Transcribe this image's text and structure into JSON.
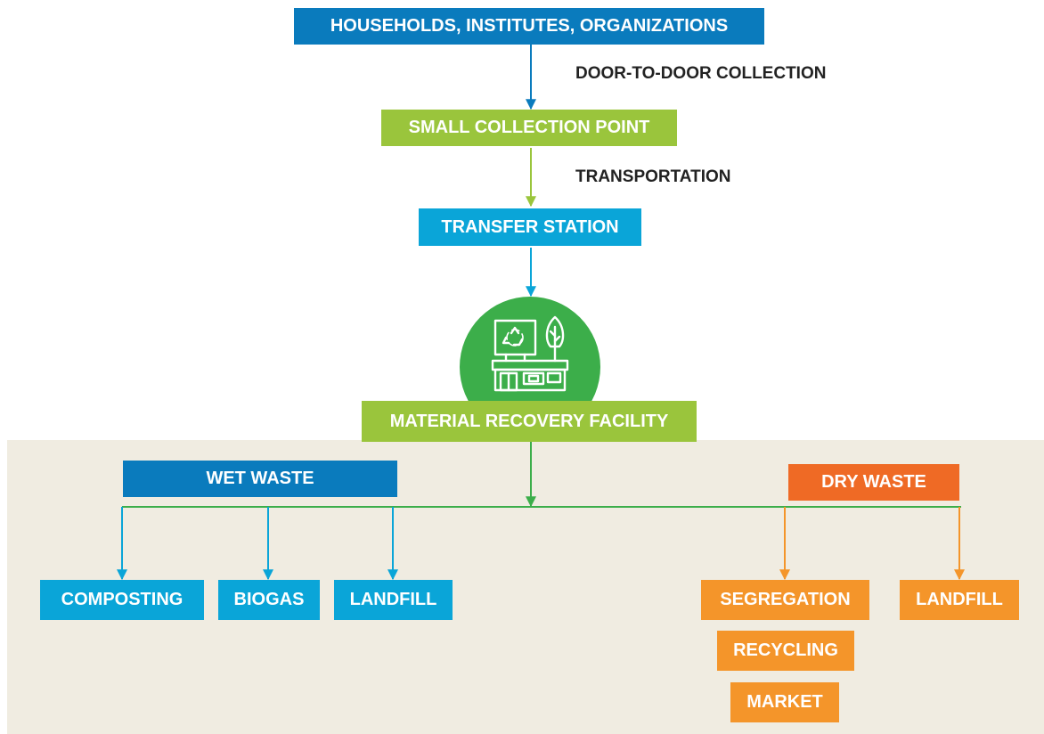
{
  "colors": {
    "blue": "#0a7bbd",
    "light_blue": "#0aa5d8",
    "lime": "#9ac53c",
    "green": "#3cae4a",
    "orange_dark": "#ef6a25",
    "orange": "#f4952a",
    "panel": "#f0ece1"
  },
  "nodes": {
    "households": "HOUSEHOLDS, INSTITUTES, ORGANIZATIONS",
    "small_collection_point": "SMALL COLLECTION POINT",
    "transfer_station": "TRANSFER STATION",
    "material_recovery_facility": "MATERIAL RECOVERY FACILITY",
    "wet_waste": "WET WASTE",
    "dry_waste": "DRY WASTE",
    "composting": "COMPOSTING",
    "biogas": "BIOGAS",
    "landfill_wet": "LANDFILL",
    "segregation": "SEGREGATION",
    "recycling": "RECYCLING",
    "market": "MARKET",
    "landfill_dry": "LANDFILL"
  },
  "edge_labels": {
    "door_to_door": "DOOR-TO-DOOR COLLECTION",
    "transportation": "TRANSPORTATION"
  },
  "icons": {
    "facility": "recycling-facility-icon"
  }
}
